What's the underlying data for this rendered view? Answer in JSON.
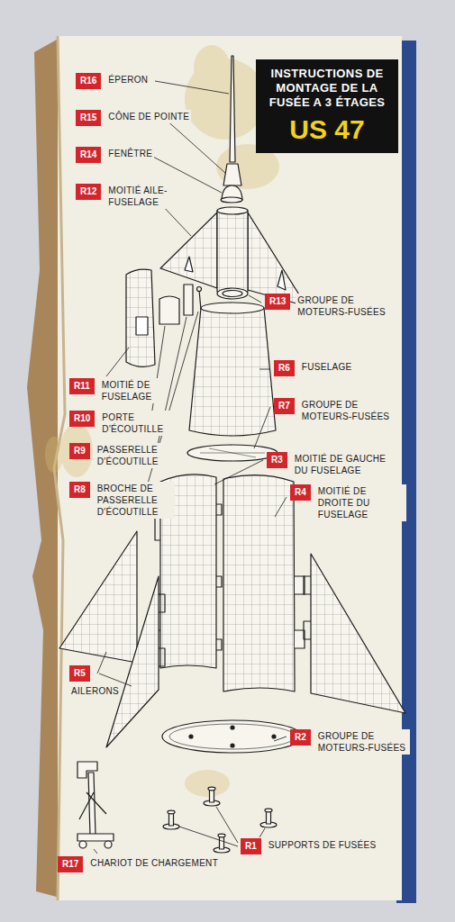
{
  "diagram": {
    "nodes": [
      {
        "text": [
          "INSTRUCTIONS DE MONTAGE DE LA FUSÉE A 3 ÉTAGES",
          "US 47"
        ]
      },
      {
        "text": [
          "R16",
          "ÉPERON"
        ]
      },
      {
        "text": [
          "R15",
          "CÔNE DE POINTE"
        ]
      },
      {
        "text": [
          "R14",
          "FENÊTRE"
        ]
      },
      {
        "text": [
          "R12",
          "MOITIÉ AILE-FUSELAGE"
        ]
      },
      {
        "text": [
          "R13",
          "GROUPE DE MOTEURS-FUSÉES"
        ]
      },
      {
        "text": [
          "R6",
          "FUSELAGE"
        ]
      },
      {
        "text": [
          "R11",
          "MOITIÉ DE FUSELAGE"
        ]
      },
      {
        "text": [
          "R10",
          "PORTE D'ÉCOUTILLE"
        ]
      },
      {
        "text": [
          "R7",
          "GROUPE DE MOTEURS-FUSÉES"
        ]
      },
      {
        "text": [
          "R9",
          "PASSERELLE D'ÉCOUTILLE"
        ]
      },
      {
        "text": [
          "R3",
          "MOITIÉ DE GAUCHE DU FUSELAGE"
        ]
      },
      {
        "text": [
          "R8",
          "BROCHE DE PASSERELLE D'ÉCOUTILLE"
        ]
      },
      {
        "text": [
          "R4",
          "MOITIÉ DE DROITE DU FUSELAGE"
        ]
      },
      {
        "text": [
          "R5",
          "AILERONS"
        ]
      },
      {
        "text": [
          "R2",
          "GROUPE DE MOTEURS-FUSÉES"
        ]
      },
      {
        "text": [
          "R1",
          "SUPPORTS DE FUSÉES"
        ]
      },
      {
        "text": [
          "R17",
          "CHARIOT DE CHARGEMENT"
        ]
      }
    ]
  }
}
